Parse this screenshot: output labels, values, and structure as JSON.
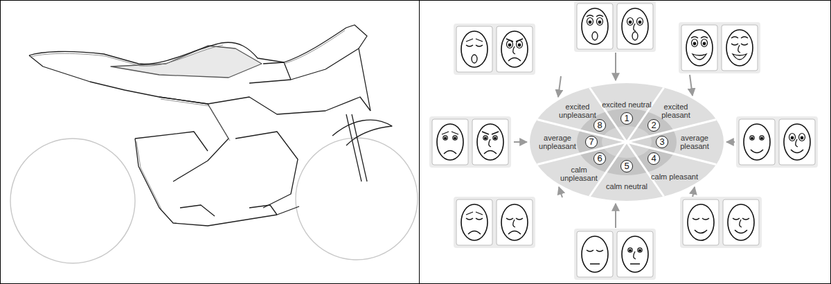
{
  "diagram": {
    "nodes": [
      {
        "text": [
          "excited neutral",
          "1"
        ]
      },
      {
        "text": [
          "excited pleasant",
          "2"
        ]
      },
      {
        "text": [
          "average pleasant",
          "3"
        ]
      },
      {
        "text": [
          "calm pleasant",
          "4"
        ]
      },
      {
        "text": [
          "calm neutral",
          "5"
        ]
      },
      {
        "text": [
          "calm unpleasant",
          "6"
        ]
      },
      {
        "text": [
          "average unpleasant",
          "7"
        ]
      },
      {
        "text": [
          "excited unpleasant",
          "8"
        ]
      }
    ]
  }
}
